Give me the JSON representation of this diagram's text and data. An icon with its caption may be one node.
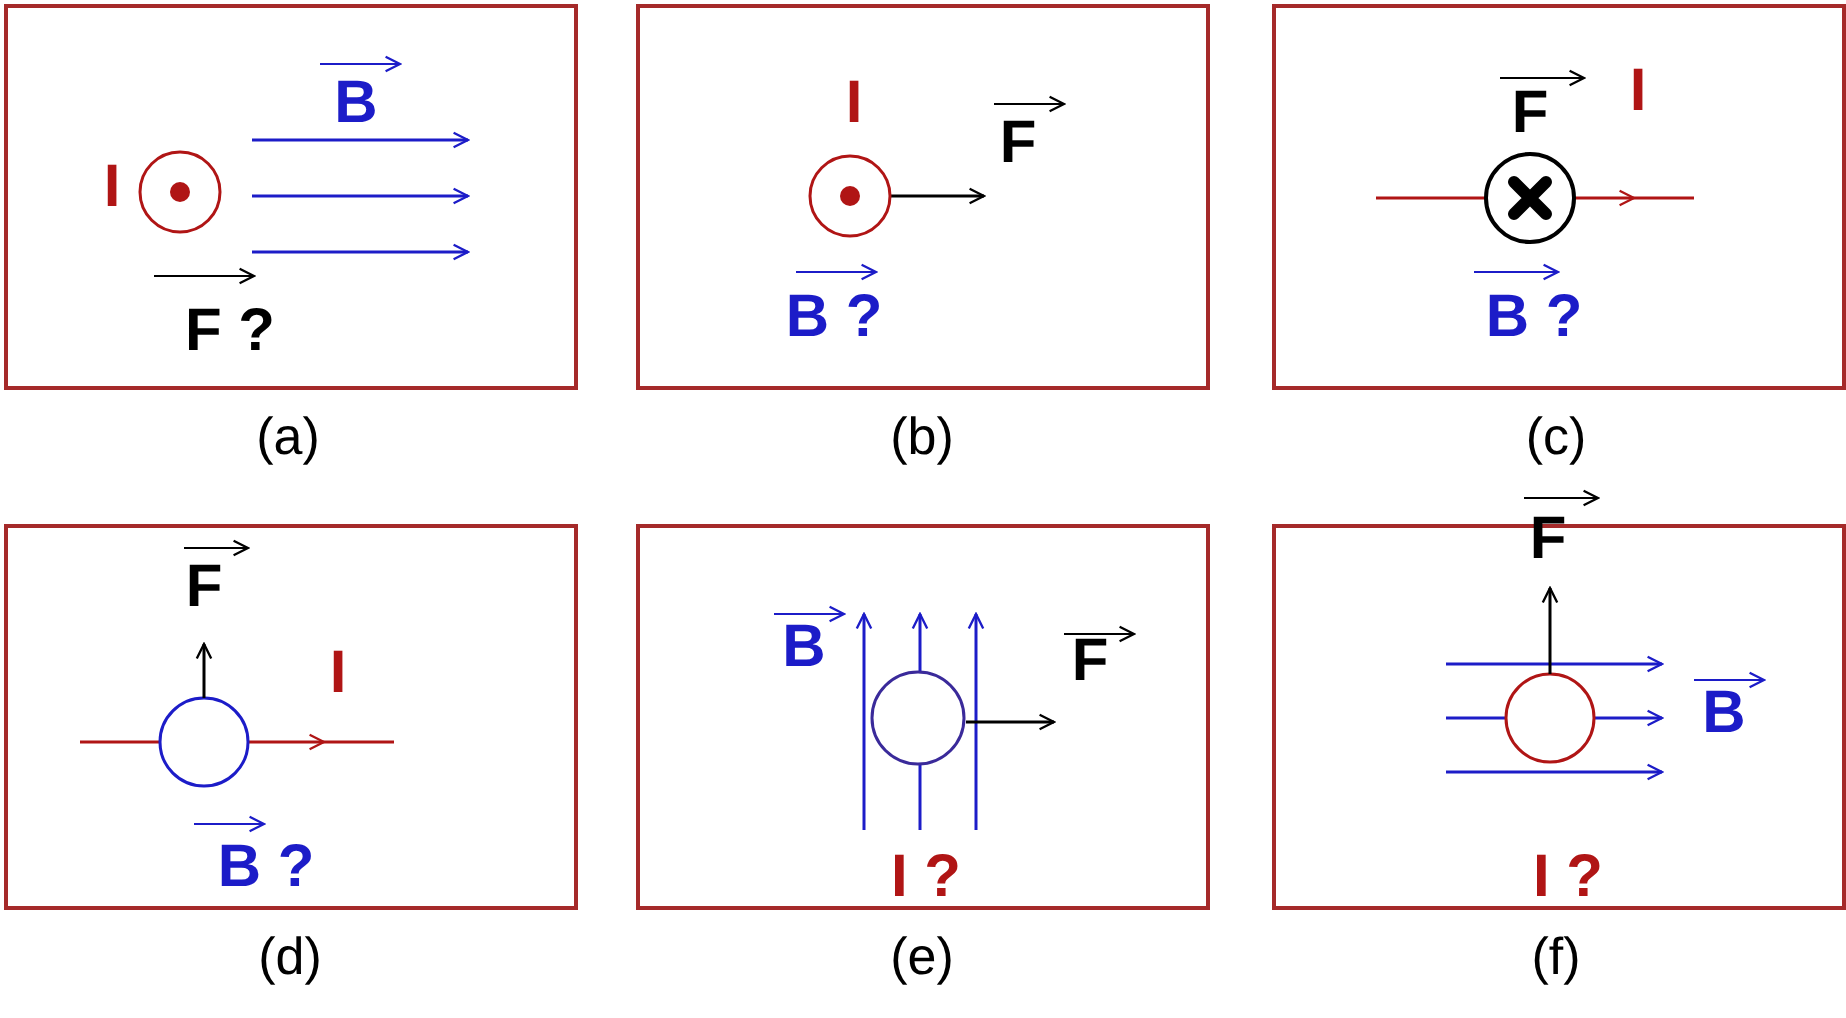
{
  "diagram": {
    "nodes": [
      {
        "text": [
          "I",
          "B",
          "F ?"
        ],
        "beside": [
          "(a)"
        ]
      },
      {
        "text": [
          "I",
          "F",
          "B ?"
        ],
        "beside": [
          "(b)"
        ]
      },
      {
        "text": [
          "F",
          "I",
          "B ?"
        ],
        "beside": [
          "(c)"
        ]
      },
      {
        "text": [
          "F",
          "I",
          "B ?"
        ],
        "beside": [
          "(d)"
        ]
      },
      {
        "text": [
          "B",
          "F",
          "I ?"
        ],
        "beside": [
          "(e)"
        ]
      },
      {
        "text": [
          "F",
          "B",
          "I ?"
        ],
        "beside": [
          "(f)"
        ]
      }
    ]
  }
}
